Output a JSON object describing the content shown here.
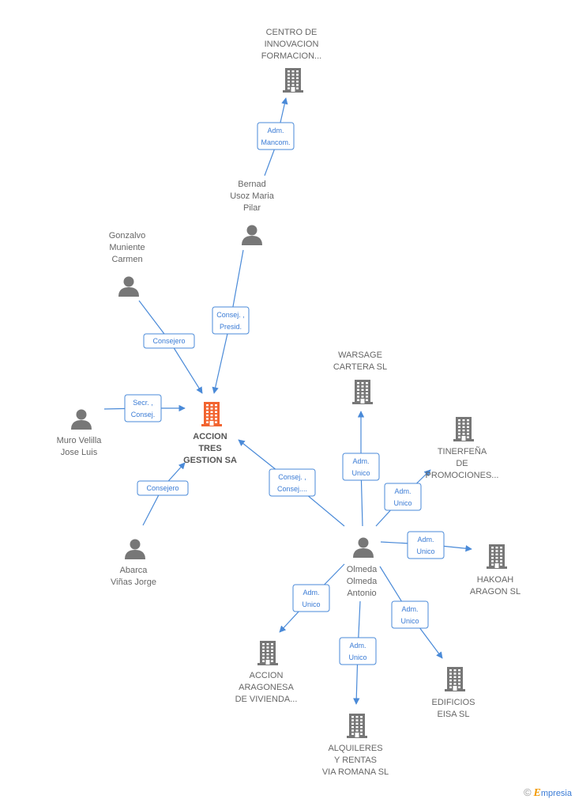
{
  "colors": {
    "accent": "#4a8ad8",
    "central": "#f26430",
    "node": "#777777"
  },
  "nodes": {
    "center": {
      "lines": [
        "ACCION",
        "TRES",
        "GESTION SA"
      ],
      "icon": "building-icon"
    },
    "centro": {
      "lines": [
        "CENTRO DE",
        "INNOVACION",
        "FORMACION..."
      ],
      "icon": "building-icon"
    },
    "bernad": {
      "lines": [
        "Bernad",
        "Usoz Maria",
        "Pilar"
      ],
      "icon": "person-icon"
    },
    "gonzalvo": {
      "lines": [
        "Gonzalvo",
        "Muniente",
        "Carmen"
      ],
      "icon": "person-icon"
    },
    "muro": {
      "lines": [
        "Muro Velilla",
        "Jose Luis"
      ],
      "icon": "person-icon"
    },
    "abarca": {
      "lines": [
        "Abarca",
        "Viñas Jorge"
      ],
      "icon": "person-icon"
    },
    "olmeda": {
      "lines": [
        "Olmeda",
        "Olmeda",
        "Antonio"
      ],
      "icon": "person-icon"
    },
    "warsage": {
      "lines": [
        "WARSAGE",
        "CARTERA SL"
      ],
      "icon": "building-icon"
    },
    "tinerfena": {
      "lines": [
        "TINERFEÑA",
        "DE",
        "PROMOCIONES..."
      ],
      "icon": "building-icon"
    },
    "hakoah": {
      "lines": [
        "HAKOAH",
        "ARAGON SL"
      ],
      "icon": "building-icon"
    },
    "aragonesa": {
      "lines": [
        "ACCION",
        "ARAGONESA",
        "DE VIVIENDA..."
      ],
      "icon": "building-icon"
    },
    "alquileres": {
      "lines": [
        "ALQUILERES",
        "Y RENTAS",
        "VIA ROMANA SL"
      ],
      "icon": "building-icon"
    },
    "eisa": {
      "lines": [
        "EDIFICIOS",
        "EISA SL"
      ],
      "icon": "building-icon"
    }
  },
  "roles": {
    "bernad_centro": [
      "Adm.",
      "Mancom."
    ],
    "bernad_center": [
      "Consej. ,",
      "Presid."
    ],
    "gonzalvo_center": [
      "Consejero"
    ],
    "muro_center": [
      "Secr. ,",
      "Consej."
    ],
    "abarca_center": [
      "Consejero"
    ],
    "olmeda_center": [
      "Consej. ,",
      "Consej...."
    ],
    "olmeda_warsage": [
      "Adm.",
      "Unico"
    ],
    "olmeda_tinerfena": [
      "Adm.",
      "Unico"
    ],
    "olmeda_hakoah": [
      "Adm.",
      "Unico"
    ],
    "olmeda_aragonesa": [
      "Adm.",
      "Unico"
    ],
    "olmeda_alquileres": [
      "Adm.",
      "Unico"
    ],
    "olmeda_eisa": [
      "Adm.",
      "Unico"
    ]
  },
  "brand": {
    "copyright": "©",
    "name_first": "E",
    "name_rest": "mpresia"
  }
}
